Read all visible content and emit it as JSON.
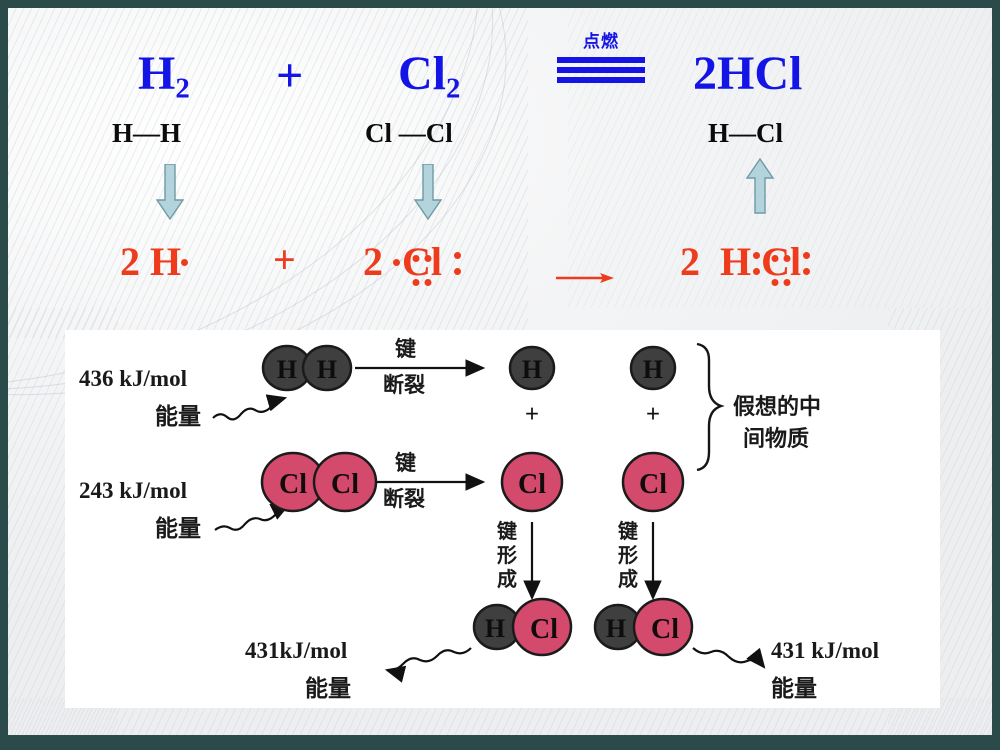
{
  "slide": {
    "frame_color": "#2b4a4a",
    "canvas_color": "#f2f3f5",
    "equation_color": "#1414e6",
    "lewis_color": "#ee3b1c",
    "structure_color": "#0b0b0b",
    "arrow_fill": "#b3d4dc",
    "arrow_stroke": "#6f9aa4",
    "hydrogen_color": "#3f3f3f",
    "chlorine_color": "#d44a6d"
  },
  "equation": {
    "reactant_1": "H",
    "reactant_1_sub": "2",
    "plus": "+",
    "reactant_2": "Cl",
    "reactant_2_sub": "2",
    "condition": "点燃",
    "equals_bar_count": 3,
    "product": "2HCl"
  },
  "structures": {
    "hh": "H—H",
    "clcl": "Cl —Cl",
    "hcl": "H—Cl"
  },
  "block_arrows": [
    {
      "name": "arrow-h",
      "direction": "down"
    },
    {
      "name": "arrow-cl",
      "direction": "down"
    },
    {
      "name": "arrow-hcl",
      "direction": "up"
    }
  ],
  "lewis": {
    "h_coefficient": "2",
    "h_symbol": "H",
    "plus": "+",
    "cl_coefficient": "2",
    "cl_symbol": "Cl",
    "arrow": "→",
    "product_coefficient": "2",
    "product_h": "H",
    "product_cl": "Cl"
  },
  "diagram": {
    "energy_in_h": {
      "value": "436 kJ/mol",
      "label": "能量"
    },
    "energy_in_cl": {
      "value": "243 kJ/mol",
      "label": "能量"
    },
    "bond_break_h": {
      "line1": "键",
      "line2": "断裂"
    },
    "bond_break_cl": {
      "line1": "键",
      "line2": "断裂"
    },
    "molecule_h2": {
      "left": "H",
      "right": "H"
    },
    "molecule_cl2": {
      "left": "Cl",
      "right": "Cl"
    },
    "atom_h_1": "H",
    "atom_cl_1": "Cl",
    "atom_h_2": "H",
    "atom_cl_2": "Cl",
    "plus_1": "+",
    "plus_2": "+",
    "intermediate_note": {
      "line1": "假想的中",
      "line2": "间物质"
    },
    "bond_form_1": {
      "c1": "键",
      "c2": "形",
      "c3": "成"
    },
    "bond_form_2": {
      "c1": "键",
      "c2": "形",
      "c3": "成"
    },
    "product_1": {
      "left": "H",
      "right": "Cl"
    },
    "product_2": {
      "left": "H",
      "right": "Cl"
    },
    "energy_out_left": {
      "value": "431kJ/mol",
      "label": "能量"
    },
    "energy_out_right": {
      "value": "431 kJ/mol",
      "label": "能量"
    }
  }
}
